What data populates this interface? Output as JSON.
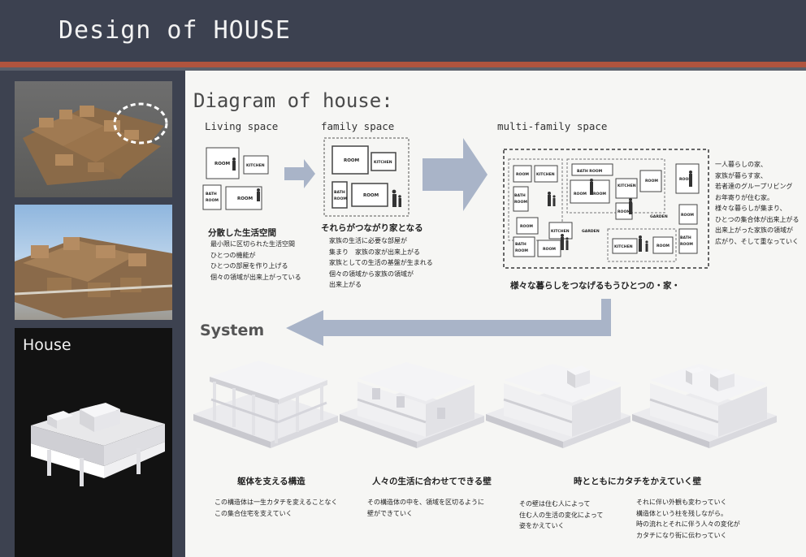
{
  "header": {
    "title": "Design of HOUSE"
  },
  "left": {
    "house_label": "House"
  },
  "diagram": {
    "title": "Diagram of house:",
    "living": {
      "label": "Living space",
      "rooms": {
        "room1": "ROOM",
        "kitchen": "KITCHEN",
        "bath_line1": "BATH",
        "bath_line2": "ROOM",
        "room2": "ROOM"
      },
      "heading": "分散した生活空間",
      "lines": [
        "最小限に区切られた生活空間",
        "ひとつの機能が",
        "ひとつの部屋を作り上げる",
        "個々の領域が出来上がっている"
      ]
    },
    "family": {
      "label": "family space",
      "rooms": {
        "room1": "ROOM",
        "kitchen": "KITCHEN",
        "bath_line1": "BATH",
        "bath_line2": "ROOM",
        "room2": "ROOM"
      },
      "heading": "それらがつながり家となる",
      "lines": [
        "家族の生活に必要な部屋が",
        "集まり　家族の家が出来上がる",
        "家族としての生活の基盤が生まれる",
        "個々の領域から家族の領域が",
        "出来上がる"
      ]
    },
    "multi": {
      "label": "multi-family space",
      "rooms": {
        "room": "ROOM",
        "kitchen": "KITCHEN",
        "bath_room": "BATH ROOM",
        "bath": "BATH",
        "room_word": "ROOM",
        "garden": "GARDEN"
      },
      "caption": "様々な暮らしをつなげるもうひとつの・家・",
      "side_lines": [
        "一人暮らしの家、",
        "家族が暮らす家、",
        "若者達のグループリビング",
        "お年寄りが住む家。",
        "様々な暮らしが集まり、",
        "ひとつの集合体が出来上がる",
        "出来上がった家族の領域が",
        "広がり、そして重なっていく"
      ]
    }
  },
  "system": {
    "title": "System",
    "col1": {
      "heading": "躯体を支える構造",
      "lines": [
        "この構造体は一生カタチを変えることなく",
        "この集合住宅を支えていく"
      ]
    },
    "col2": {
      "heading": "人々の生活に合わせてできる壁",
      "lines": [
        "その構造体の中を、領域を区切るように",
        "壁ができていく"
      ]
    },
    "col3": {
      "heading": "時とともにカタチをかえていく壁"
    },
    "col3a": {
      "lines": [
        "その壁は住む人によって",
        "住む人の生活の変化によって",
        "姿をかえていく"
      ]
    },
    "col3b": {
      "lines": [
        "それに伴い外観も変わっていく",
        "構造体という柱を残しながら。",
        "時の流れとそれに伴う人々の変化が",
        "カタチになり街に伝わっていく"
      ]
    }
  },
  "colors": {
    "header_bg": "#3c4150",
    "accent_stripe": "#b0543e",
    "side_panel": "#3d4250",
    "arrow": "#a9b4c8"
  }
}
